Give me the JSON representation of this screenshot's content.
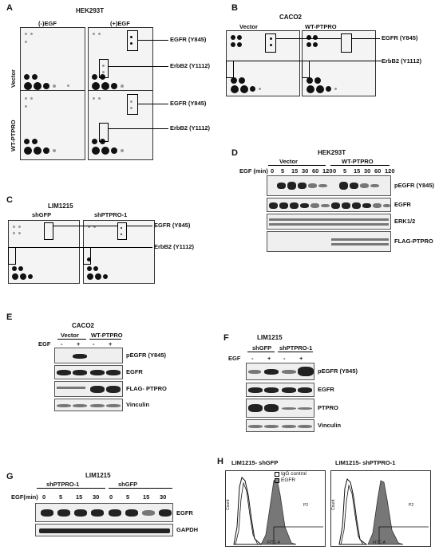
{
  "panels": {
    "A": {
      "letter": "A",
      "cell": "HEK293T",
      "cond_minus": "(-)EGF",
      "cond_plus": "(+)EGF",
      "row1": "Vector",
      "row2": "WT-PTPRO",
      "egfr": "EGFR (Y845)",
      "erbb2": "ErbB2 (Y1112)"
    },
    "B": {
      "letter": "B",
      "cell": "CACO2",
      "col1": "Vector",
      "col2": "WT-PTPRO",
      "egfr": "EGFR (Y845)",
      "erbb2": "ErbB2 (Y1112)"
    },
    "C": {
      "letter": "C",
      "cell": "LIM1215",
      "col1": "shGFP",
      "col2": "shPTPRO-1",
      "egfr": "EGFR (Y845)",
      "erbb2": "ErbB2 (Y1112)"
    },
    "D": {
      "letter": "D",
      "cell": "HEK293T",
      "group1": "Vector",
      "group2": "WT-PTPRO",
      "egf_label": "EGF (min)",
      "times": [
        "0",
        "5",
        "15",
        "30",
        "60",
        "120",
        "0",
        "5",
        "15",
        "30",
        "60",
        "120"
      ],
      "rows": [
        "pEGFR (Y845)",
        "EGFR",
        "ERK1/2",
        "FLAG-PTPRO"
      ]
    },
    "E": {
      "letter": "E",
      "cell": "CACO2",
      "group1": "Vector",
      "group2": "WT-PTPRO",
      "egf_label": "EGF",
      "signs": [
        "-",
        "+",
        "-",
        "+"
      ],
      "rows": [
        "pEGFR (Y845)",
        "EGFR",
        "FLAG- PTPRO",
        "Vinculin"
      ]
    },
    "F": {
      "letter": "F",
      "cell": "LIM1215",
      "group1": "shGFP",
      "group2": "shPTPRO-1",
      "egf_label": "EGF",
      "signs": [
        "-",
        "+",
        "-",
        "+"
      ],
      "rows": [
        "pEGFR (Y845)",
        "EGFR",
        "PTPRO",
        "Vinculin"
      ]
    },
    "G": {
      "letter": "G",
      "cell": "LIM1215",
      "group1": "shPTPRO-1",
      "group2": "shGFP",
      "egf_label": "EGF(min)",
      "times": [
        "0",
        "5",
        "15",
        "30",
        "0",
        "5",
        "15",
        "30"
      ],
      "rows": [
        "EGFR",
        "GAPDH"
      ]
    },
    "H": {
      "letter": "H",
      "title1": "LIM1215- shGFP",
      "title2": "LIM1215- shPTPRO-1",
      "legend1": "IgG control",
      "legend2": "EGFR",
      "gate": "P2",
      "xlabel": "FITC-A",
      "ylabel": "Count"
    }
  }
}
